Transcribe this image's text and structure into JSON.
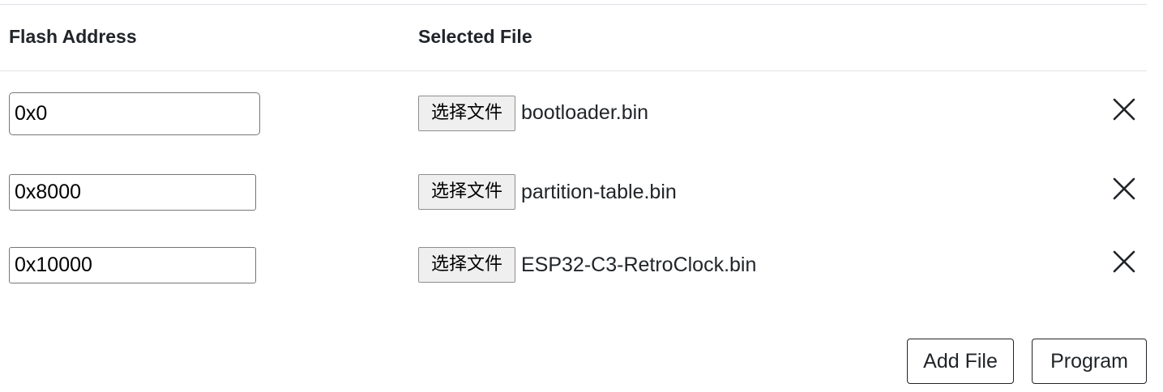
{
  "table": {
    "headers": {
      "address": "Flash Address",
      "file": "Selected File"
    },
    "rows": [
      {
        "address": "0x0",
        "choose_label": "选择文件",
        "file_name": "bootloader.bin",
        "remove_icon": "close-icon"
      },
      {
        "address": "0x8000",
        "choose_label": "选择文件",
        "file_name": "partition-table.bin",
        "remove_icon": "close-icon"
      },
      {
        "address": "0x10000",
        "choose_label": "选择文件",
        "file_name": "ESP32-C3-RetroClock.bin",
        "remove_icon": "close-icon"
      }
    ]
  },
  "actions": {
    "add_file_label": "Add File",
    "program_label": "Program"
  },
  "colors": {
    "text": "#212529",
    "divider": "#dee2e6",
    "file_button_bg": "#efefef"
  }
}
